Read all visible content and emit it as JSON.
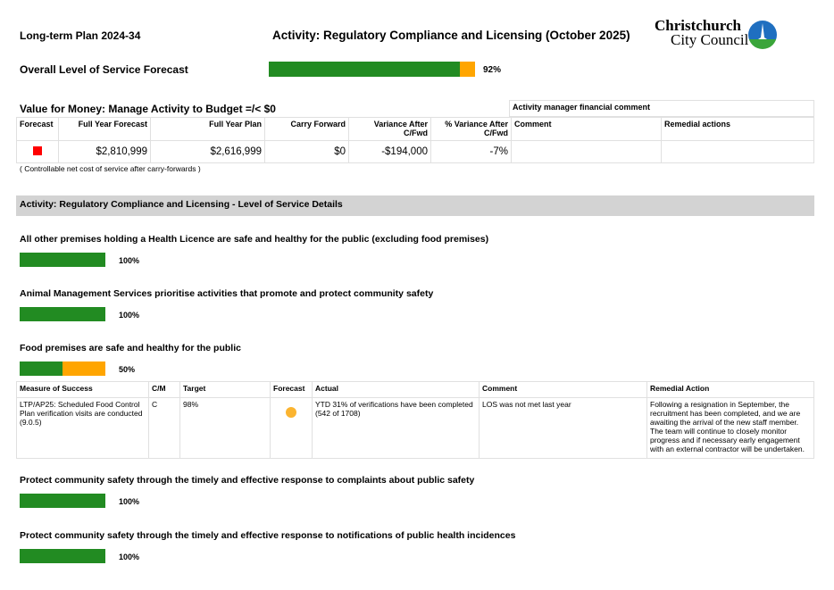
{
  "header": {
    "plan": "Long-term Plan 2024-34",
    "activity": "Activity: Regulatory Compliance and Licensing (October 2025)",
    "logo": "Christchurch City Council"
  },
  "overall": {
    "label": "Overall Level of Service Forecast",
    "percent": 92,
    "percent_label": "92%",
    "green_fraction": 0.92
  },
  "vfm": {
    "title": "Value for Money: Manage Activity to Budget =/< $0",
    "comment_box": "Activity manager financial comment",
    "headers": [
      "Forecast",
      "Full Year Forecast",
      "Full Year Plan",
      "Carry Forward",
      "Variance After C/Fwd",
      "% Variance After C/Fwd",
      "Comment",
      "Remedial actions"
    ],
    "row": {
      "forecast_status": "red",
      "full_year_forecast": "$2,810,999",
      "full_year_plan": "$2,616,999",
      "carry_forward": "$0",
      "variance": "-$194,000",
      "pct_variance": "-7%",
      "comment": "",
      "remedial": ""
    },
    "footnote": "( Controllable net cost of service after carry-forwards )"
  },
  "section": {
    "title": "Activity: Regulatory Compliance and Licensing - Level of Service Details"
  },
  "los": [
    {
      "title": "All other premises holding a Health Licence are safe and healthy for the public (excluding food premises)",
      "percent_label": "100%",
      "green": 1.0
    },
    {
      "title": "Animal Management Services prioritise activities that promote and protect community safety",
      "percent_label": "100%",
      "green": 1.0
    },
    {
      "title": "Food premises are safe and healthy for the public",
      "percent_label": "50%",
      "green": 0.5
    },
    {
      "title": "Protect community safety through the timely and effective response to complaints about public safety",
      "percent_label": "100%",
      "green": 1.0
    },
    {
      "title": "Protect community safety through the timely and effective response to notifications of public health incidences",
      "percent_label": "100%",
      "green": 1.0
    }
  ],
  "measures": {
    "headers": [
      "Measure of Success",
      "C/M",
      "Target",
      "Forecast",
      "Actual",
      "Comment",
      "Remedial Action"
    ],
    "row": {
      "measure": "LTP/AP25: Scheduled Food Control Plan verification visits are conducted (9.0.5)",
      "cm": "C",
      "target": "98%",
      "forecast_status": "amber",
      "actual": "YTD 31% of verifications have been completed (542 of 1708)",
      "comment": "LOS was not met last year",
      "remedial": "Following a resignation in September, the recruitment has been completed, and we are awaiting the arrival of the new staff member. The team will continue to closely monitor progress and if necessary early engagement with an external contractor will be undertaken."
    }
  },
  "colors": {
    "green": "#228b22",
    "orange": "#ffa500",
    "red": "#ff0000",
    "amber": "#fbb430",
    "banner": "#d3d3d3"
  }
}
